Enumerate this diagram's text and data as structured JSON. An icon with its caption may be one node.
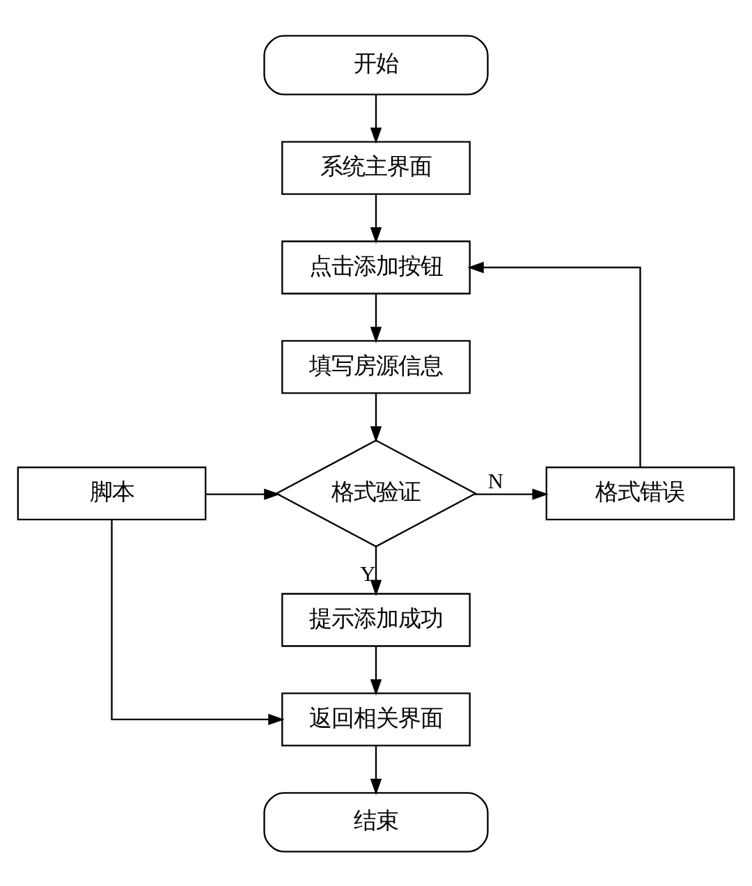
{
  "diagram": {
    "nodes": [
      {
        "text": [
          "开始"
        ]
      },
      {
        "text": [
          "系统主界面"
        ]
      },
      {
        "text": [
          "点击添加按钮"
        ]
      },
      {
        "text": [
          "填写房源信息"
        ]
      },
      {
        "text": [
          "脚本"
        ]
      },
      {
        "text": [
          "格式验证"
        ]
      },
      {
        "text": [
          "格式错误"
        ]
      },
      {
        "text": [
          "提示添加成功"
        ]
      },
      {
        "text": [
          "返回相关界面"
        ]
      },
      {
        "text": [
          "结束"
        ]
      }
    ],
    "edges": [
      {
        "from": 0,
        "to": 1,
        "arrow": "to"
      },
      {
        "from": 1,
        "to": 2,
        "arrow": "to"
      },
      {
        "from": 2,
        "to": 3,
        "arrow": "to"
      },
      {
        "from": 3,
        "to": 5,
        "arrow": "to"
      },
      {
        "from": 4,
        "to": 5,
        "arrow": "to"
      },
      {
        "from": 5,
        "to": 6,
        "arrow": "to",
        "label": "N"
      },
      {
        "from": 6,
        "to": 2,
        "arrow": "to"
      },
      {
        "from": 5,
        "to": 7,
        "arrow": "to",
        "label": "Y"
      },
      {
        "from": 7,
        "to": 8,
        "arrow": "to"
      },
      {
        "from": 4,
        "to": 8,
        "arrow": "to"
      },
      {
        "from": 8,
        "to": 9,
        "arrow": "to"
      }
    ]
  }
}
